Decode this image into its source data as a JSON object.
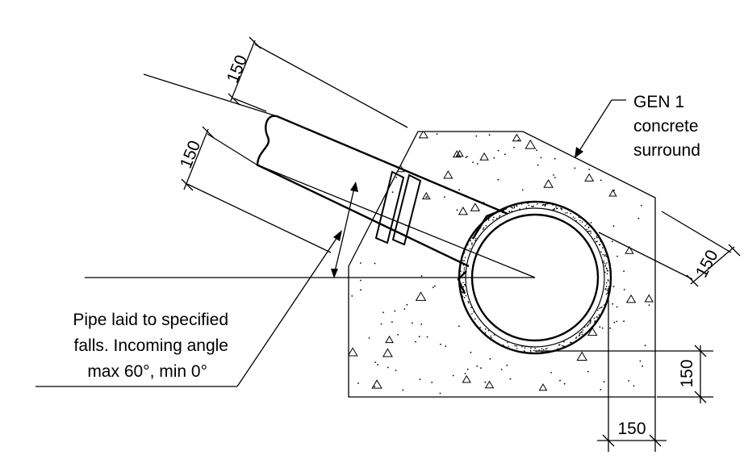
{
  "callouts": {
    "surround_line1": "GEN 1",
    "surround_line2": "concrete",
    "surround_line3": "surround",
    "pipe_line1": "Pipe laid to specified",
    "pipe_line2": "falls. Incoming angle",
    "pipe_line3": "max 60°, min 0°"
  },
  "dimensions": {
    "upper_pipe_offset": "150",
    "lower_pipe_offset": "150",
    "sloped_cover": "150",
    "base_thickness": "150",
    "side_thickness": "150"
  }
}
